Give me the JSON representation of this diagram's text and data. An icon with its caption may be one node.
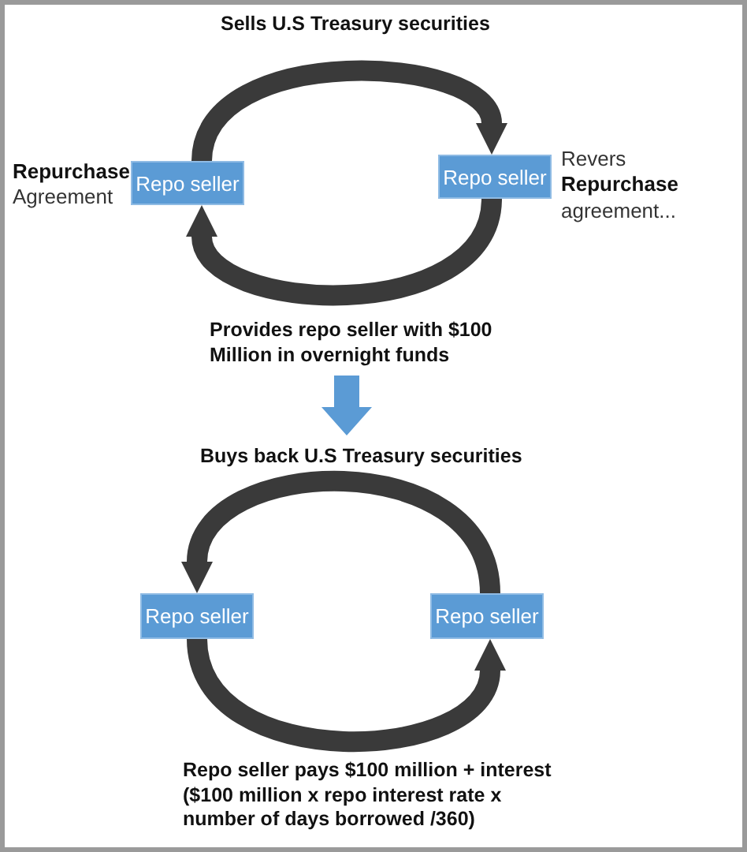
{
  "diagram": {
    "nodes": [
      {
        "text": [
          "Repo seller"
        ],
        "beside": [
          "**Repurchase** Agreement"
        ]
      },
      {
        "text": [
          "Repo seller"
        ],
        "beside": [
          "Revers **Repurchase** agreement..."
        ]
      },
      {
        "text": [
          "Repo seller"
        ]
      },
      {
        "text": [
          "Repo seller"
        ]
      }
    ],
    "edges": [
      {
        "from": 0,
        "to": 1,
        "arrow": "to",
        "label": "Sells U.S Treasury securities"
      },
      {
        "from": 1,
        "to": 0,
        "arrow": "to",
        "label": "Provides repo seller with $100 Million in overnight funds"
      },
      {
        "from": 3,
        "to": 2,
        "arrow": "to",
        "label": "Buys back U.S Treasury securities"
      },
      {
        "from": 2,
        "to": 3,
        "arrow": "to",
        "label": "Repo seller pays $100 million + interest ($100 million x repo interest rate x number of days borrowed /360)"
      }
    ]
  }
}
